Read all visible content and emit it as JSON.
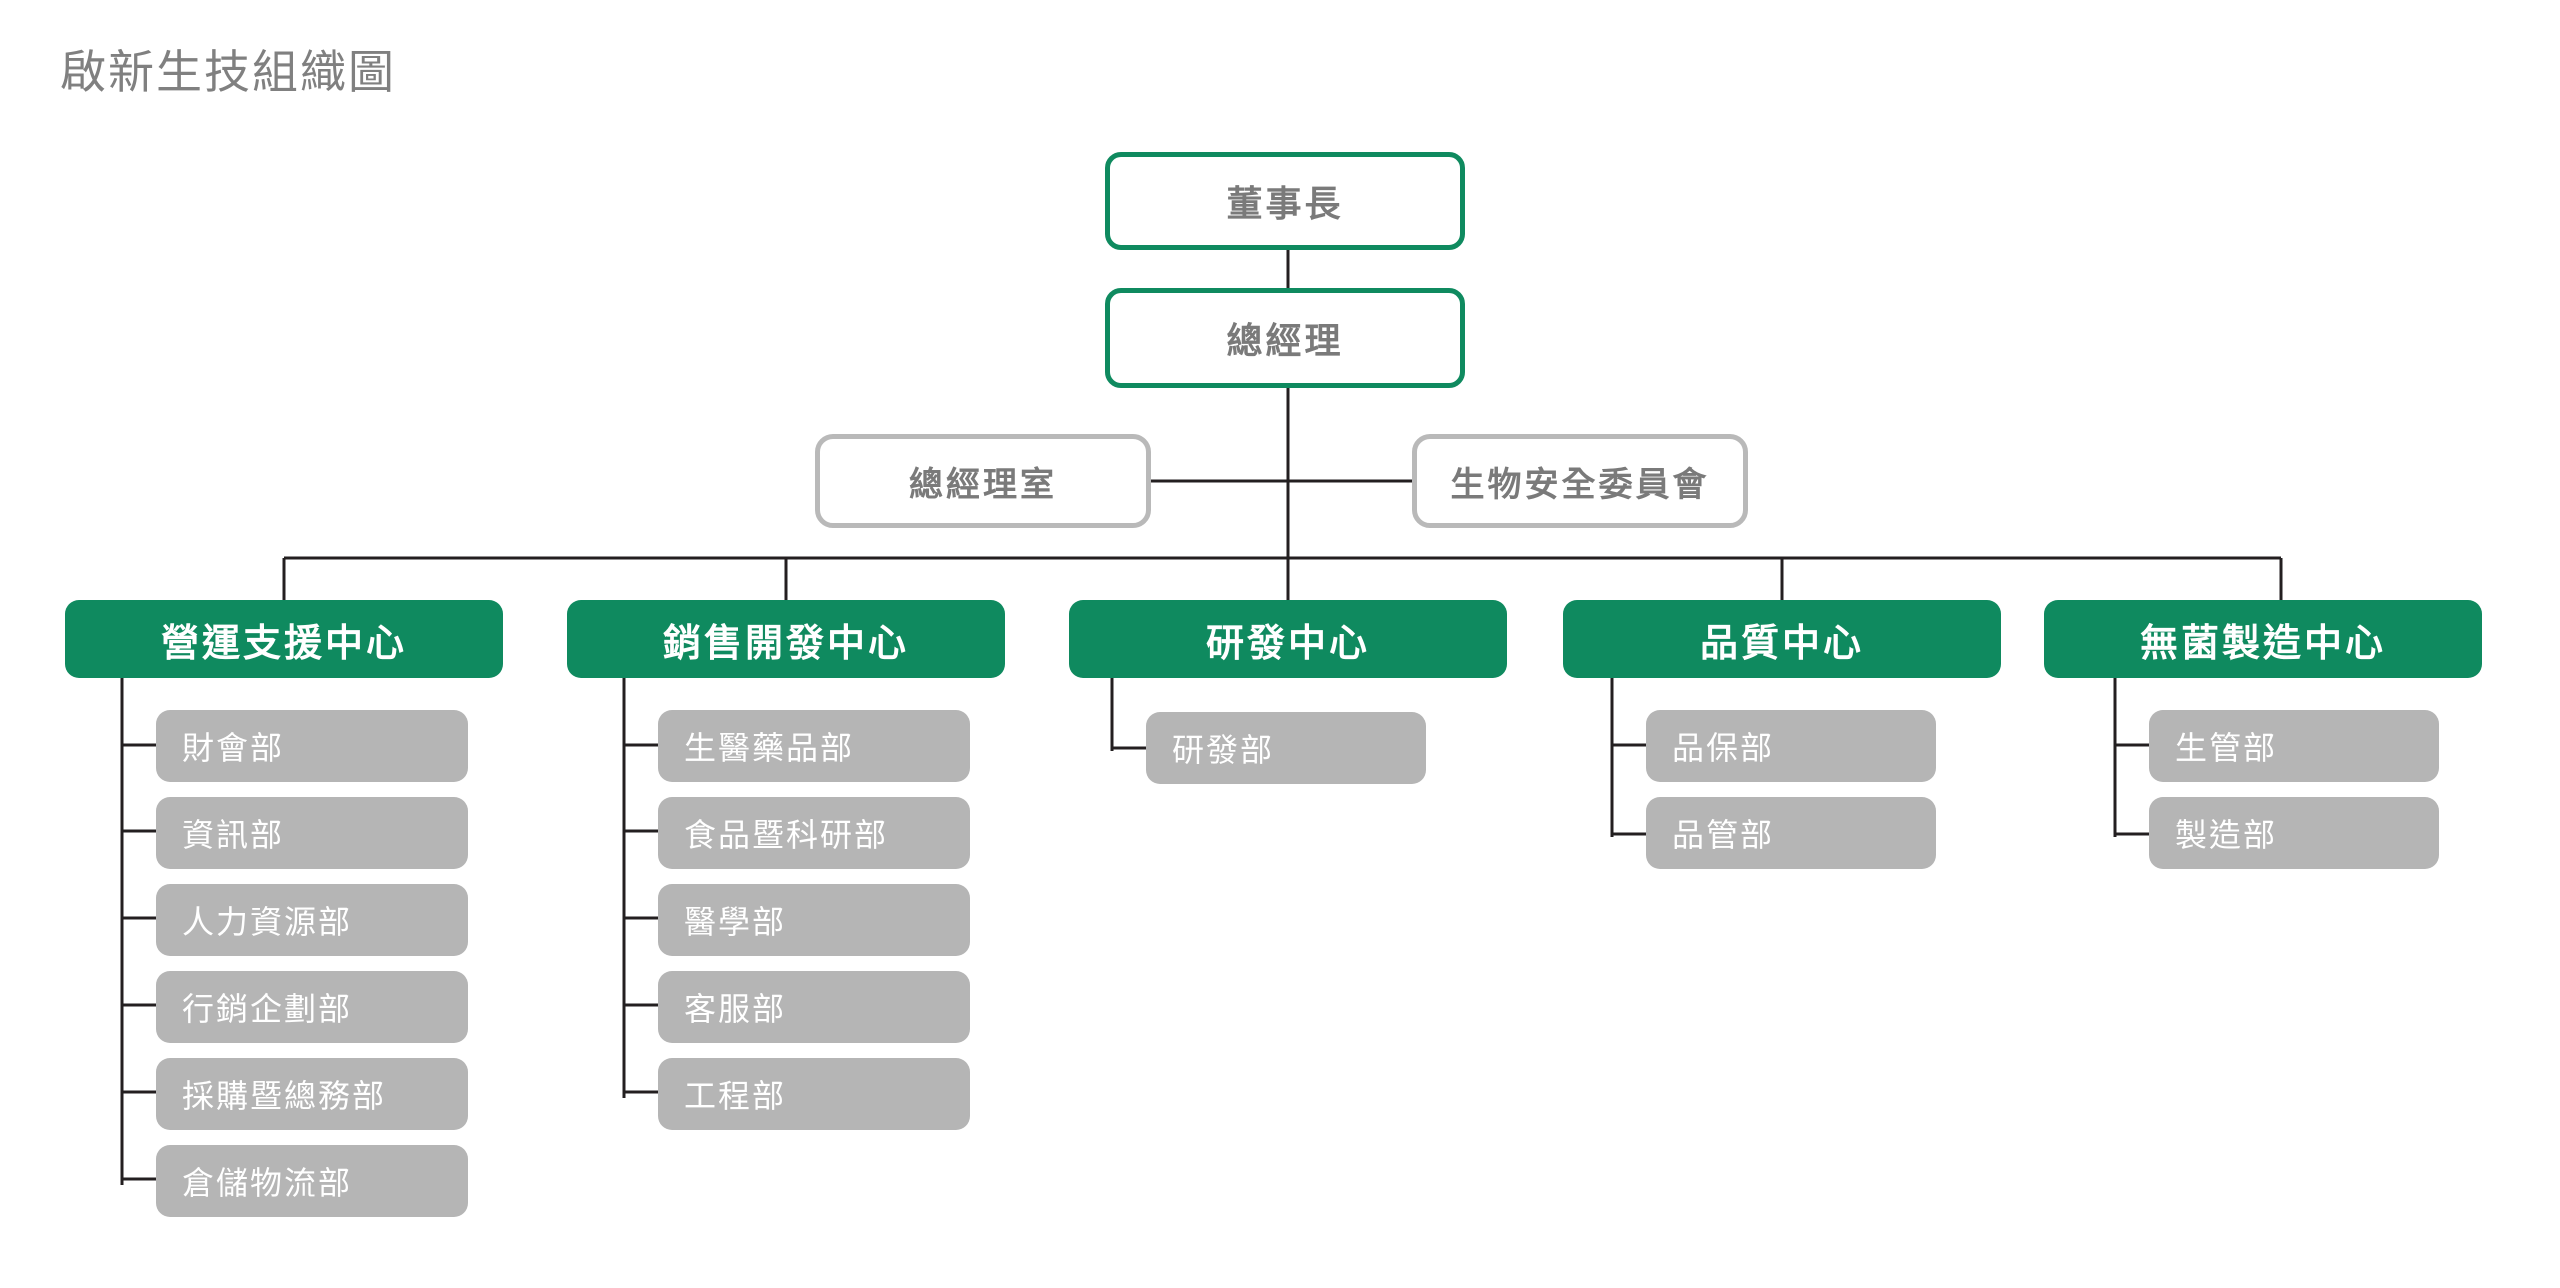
{
  "title": "啟新生技組織圖",
  "theme": {
    "green": "#0f8a5f",
    "gray_fill": "#b5b5b5",
    "gray_border": "#b9b9b9",
    "text_gray": "#7a7a7a",
    "title_gray": "#808080",
    "line": "#231f20",
    "white": "#ffffff"
  },
  "chart_data": {
    "type": "diagram",
    "diagram_type": "organization-chart",
    "title": "啟新生技組織圖",
    "orientation": "top-down",
    "executives": [
      {
        "id": "chairman",
        "label": "董事長",
        "style": "exec"
      },
      {
        "id": "general-manager",
        "label": "總經理",
        "style": "exec"
      }
    ],
    "staff_units": [
      {
        "id": "gm-office",
        "label": "總經理室",
        "style": "staff",
        "side": "left"
      },
      {
        "id": "biosafety-committee",
        "label": "生物安全委員會",
        "style": "staff",
        "side": "right"
      }
    ],
    "centers": [
      {
        "id": "operations-support-center",
        "label": "營運支援中心",
        "departments": [
          "財會部",
          "資訊部",
          "人力資源部",
          "行銷企劃部",
          "採購暨總務部",
          "倉儲物流部"
        ]
      },
      {
        "id": "sales-development-center",
        "label": "銷售開發中心",
        "departments": [
          "生醫藥品部",
          "食品暨科研部",
          "醫學部",
          "客服部",
          "工程部"
        ]
      },
      {
        "id": "rnd-center",
        "label": "研發中心",
        "departments": [
          "研發部"
        ]
      },
      {
        "id": "quality-center",
        "label": "品質中心",
        "departments": [
          "品保部",
          "品管部"
        ]
      },
      {
        "id": "aseptic-manufacturing-center",
        "label": "無菌製造中心",
        "departments": [
          "生管部",
          "製造部"
        ]
      }
    ]
  },
  "nodes": {
    "chairman": "董事長",
    "general_manager": "總經理",
    "gm_office": "總經理室",
    "biosafety_committee": "生物安全委員會",
    "center_1": "營運支援中心",
    "center_2": "銷售開發中心",
    "center_3": "研發中心",
    "center_4": "品質中心",
    "center_5": "無菌製造中心",
    "c1_d1": "財會部",
    "c1_d2": "資訊部",
    "c1_d3": "人力資源部",
    "c1_d4": "行銷企劃部",
    "c1_d5": "採購暨總務部",
    "c1_d6": "倉儲物流部",
    "c2_d1": "生醫藥品部",
    "c2_d2": "食品暨科研部",
    "c2_d3": "醫學部",
    "c2_d4": "客服部",
    "c2_d5": "工程部",
    "c3_d1": "研發部",
    "c4_d1": "品保部",
    "c4_d2": "品管部",
    "c5_d1": "生管部",
    "c5_d2": "製造部"
  }
}
